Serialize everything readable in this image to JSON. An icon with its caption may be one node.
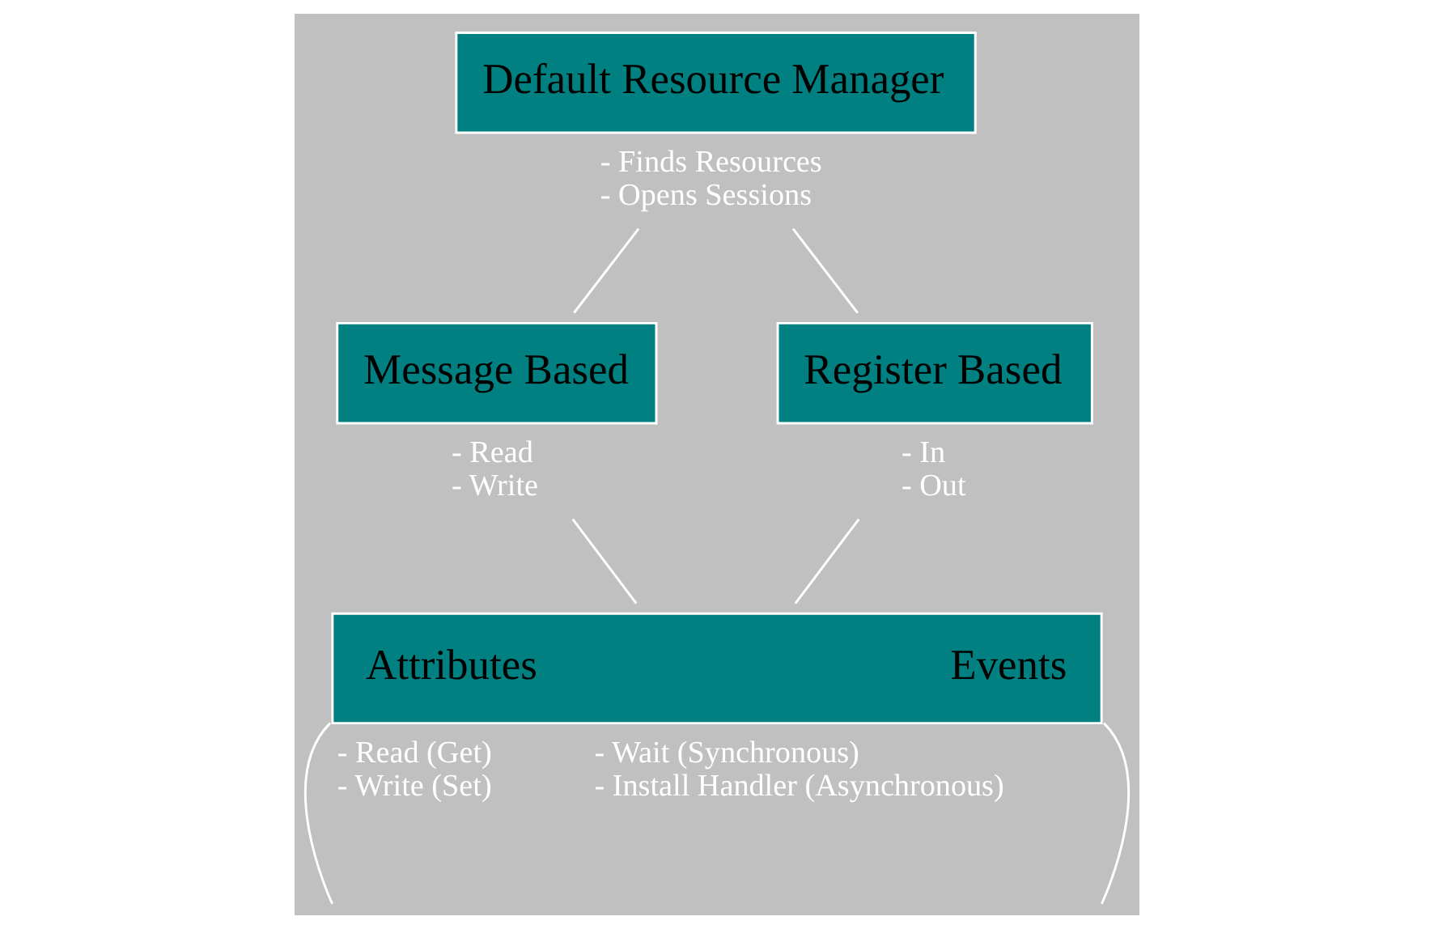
{
  "diagram": {
    "nodes": [
      {
        "text": [
          "Default Resource Manager"
        ],
        "beside": [
          "- Finds Resources",
          "- Opens Sessions"
        ]
      },
      {
        "text": [
          "Message Based"
        ],
        "beside": [
          "- Read",
          "- Write"
        ]
      },
      {
        "text": [
          "Register Based"
        ],
        "beside": [
          "- In",
          "- Out"
        ]
      },
      {
        "text": [
          "Attributes",
          "Events"
        ],
        "beside": [
          "- Read (Get)",
          "- Write (Set)",
          "- Wait (Synchronous)",
          "- Install Handler (Asynchronous)"
        ]
      }
    ],
    "edges": [
      {
        "from": 0,
        "to": 1,
        "arrow": "none"
      },
      {
        "from": 0,
        "to": 2,
        "arrow": "none"
      },
      {
        "from": 1,
        "to": 3,
        "arrow": "none"
      },
      {
        "from": 2,
        "to": 3,
        "arrow": "none"
      },
      {
        "from": 3,
        "to": null,
        "arrow": "none"
      },
      {
        "from": 3,
        "to": null,
        "arrow": "none"
      }
    ]
  }
}
